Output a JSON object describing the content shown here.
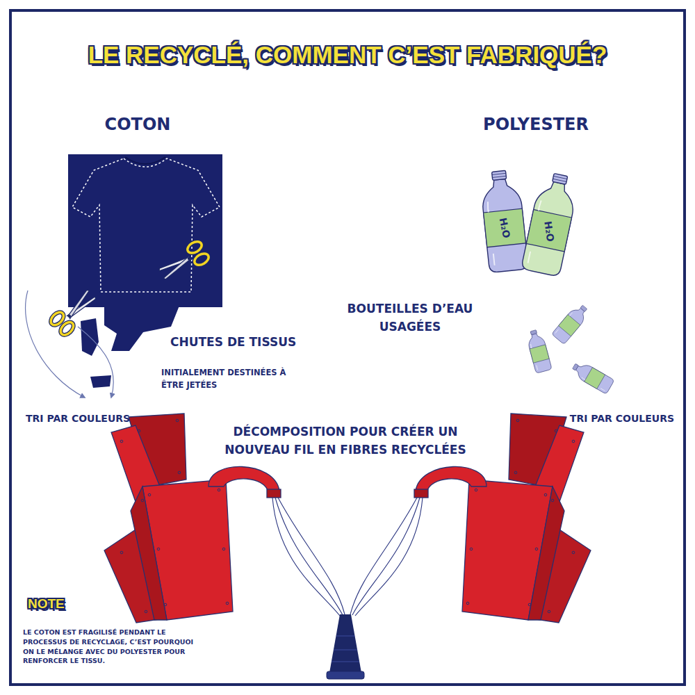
{
  "diagram": {
    "title": "LE RECYCLÉ, COMMENT C’EST FABRIQUÉ?",
    "labels": [
      "COTON",
      "POLYESTER",
      "H₂O",
      "H₂O",
      "BOUTEILLES D’EAU USAGÉES",
      "CHUTES DE TISSUS",
      "INITIALEMENT DESTINÉES À ÊTRE JETÉES",
      "TRI PAR COULEURS",
      "TRI PAR COULEURS",
      "DÉCOMPOSITION POUR CRÉER UN NOUVEAU FIL EN FIBRES RECYCLÉES",
      "NOTE",
      "LE COTON EST FRAGILISÉ PENDANT LE PROCESSUS DE RECYCLAGE, C’EST POURQUOI ON LE MÉLANGE AVEC DU POLYESTER POUR RENFORCER LE TISSU."
    ]
  }
}
